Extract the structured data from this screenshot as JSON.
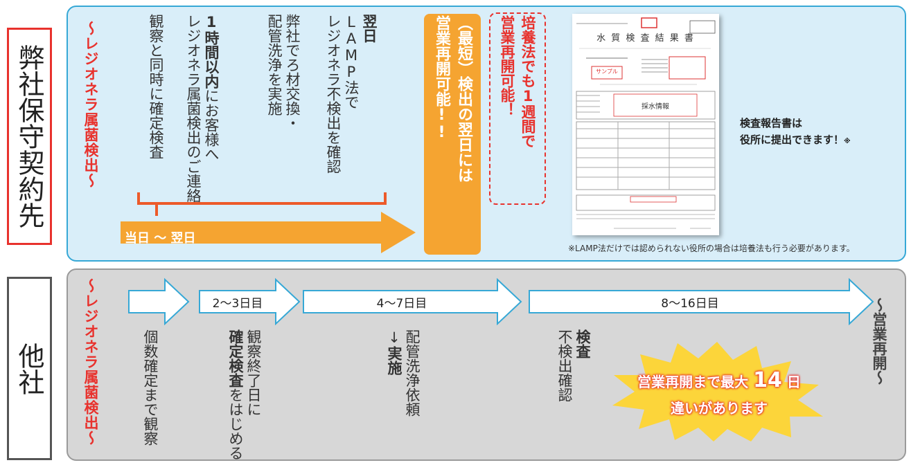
{
  "left_labels": {
    "our": "弊社保守契約先",
    "other": "他社"
  },
  "our": {
    "side_title": "〜レジオネラ属菌検出〜",
    "steps": [
      {
        "bold": "翌日",
        "text": "LAMP法で\nレジオネラ不検出を確認"
      },
      {
        "text": "弊社でろ材交換・\n配管洗浄を実施"
      },
      {
        "bold": "1時間以内",
        "text": "にお客様へ\nレジオネラ属菌検出のご連絡"
      },
      {
        "text": "観察と同時に確定検査"
      }
    ],
    "timeline_label": "当日 〜 翌日",
    "orange_text": "（最短）検出の翌日には\n営業再開可能!!",
    "dashed_text": "培養法でも1週間で\n営業再開可能！",
    "report_caption_line1": "検査報告書は",
    "report_caption_line2": "役所に提出できます！",
    "report_caption_mark": "※",
    "footnote": "※LAMP法だけでは認められない役所の場合は培養法も行う必要があります。"
  },
  "document": {
    "title": "水 質 検 査 結 果 書",
    "stamp": "サンプル",
    "field": "採水情報"
  },
  "other": {
    "side_title": "〜レジオネラ属菌検出〜",
    "end_label": "〜営業再開〜",
    "durations": [
      "2〜3日目",
      "4〜7日目",
      "8〜16日目"
    ],
    "steps": [
      {
        "text": "個数確定まで観察"
      },
      {
        "bold_top": "",
        "text": "観察終了日に",
        "bold": "確定検査",
        "text2": "をはじめる"
      },
      {
        "text": "配管洗浄依頼",
        "sub": "↓",
        "bold": "実施"
      },
      {
        "bold": "検査",
        "text": "不検出確認"
      }
    ],
    "burst_line1_pre": "営業再開まで最大",
    "burst_num": "14",
    "burst_unit": "日",
    "burst_line2": "違いがあります"
  }
}
